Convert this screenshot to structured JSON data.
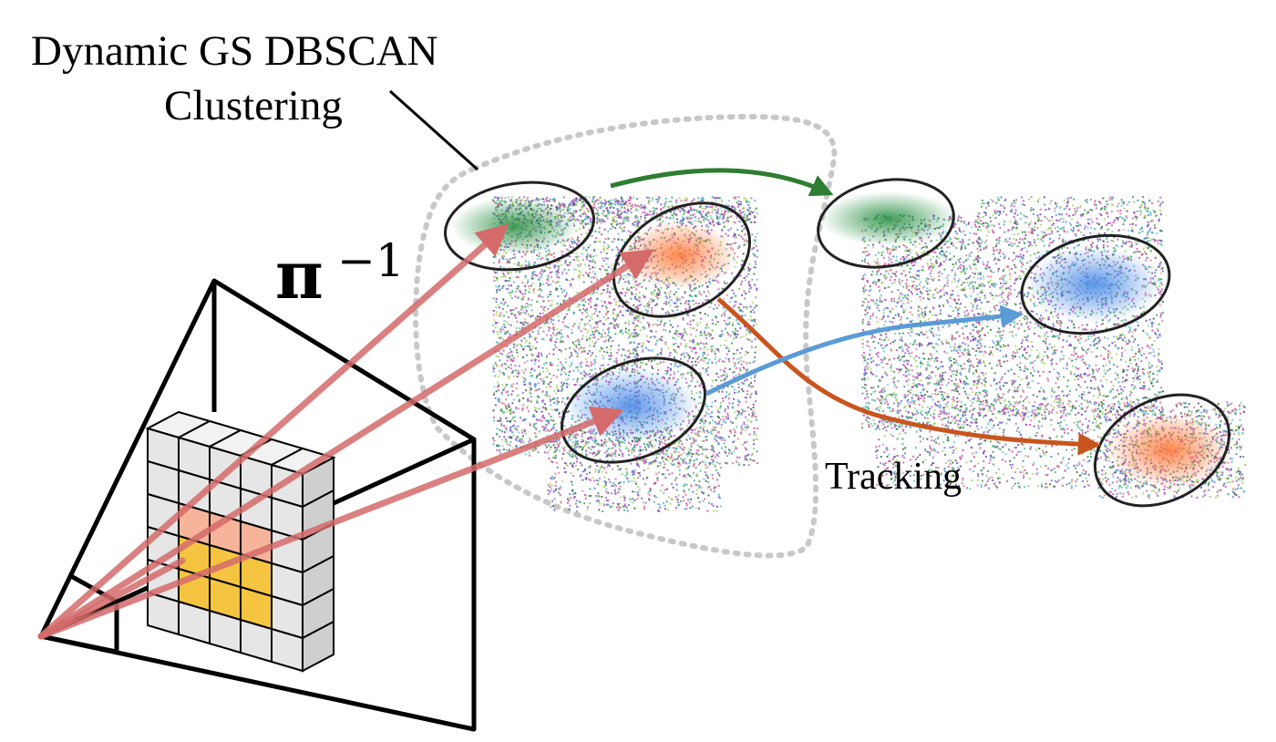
{
  "title": {
    "line1": "Dynamic GS DBSCAN",
    "line2": "Clustering"
  },
  "projection": {
    "symbol": "π",
    "exponent": "−1"
  },
  "tracking_label": "Tracking",
  "colors": {
    "ray": "#d46a6a",
    "green_track": "#2e7d32",
    "orange_track": "#c8551e",
    "blue_track": "#5b9bd5",
    "pixel_highlight_yellow": "#f5c542",
    "pixel_highlight_orange": "#f6b49a",
    "pixel_gray": "#e6e6e6",
    "cluster_outline_dotted": "#c8c8c8"
  },
  "icons": {
    "camera": "camera-frustum-icon"
  }
}
